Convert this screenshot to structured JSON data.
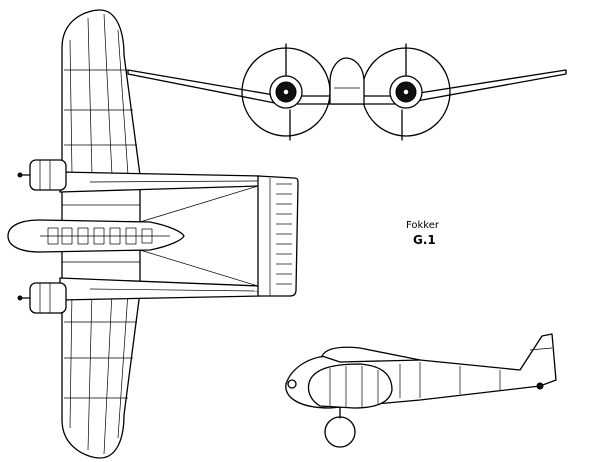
{
  "caption": {
    "name": "Fokker",
    "model": "G.1"
  },
  "views": [
    "plan-view",
    "front-view",
    "side-view"
  ],
  "colors": {
    "ink": "#000000",
    "paper": "#ffffff"
  }
}
